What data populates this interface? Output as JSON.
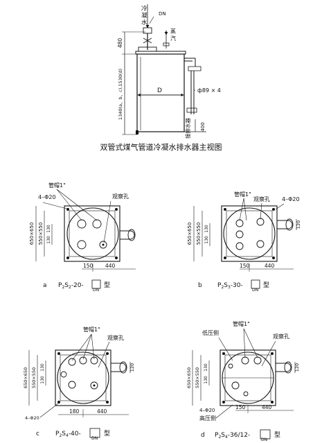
{
  "main_view": {
    "caption": "双管式煤气管道冷凝水排水器主视图",
    "label_coolwater": [
      "冷",
      "凝",
      "水"
    ],
    "label_dn": "DN",
    "label_steam": [
      "蒸",
      "汽"
    ],
    "dim_480": "480",
    "dim_height": "1340(a、b、c),1530(d)",
    "dim_D": "D",
    "dim_pipe": "ф89 × 4",
    "dim_400": "400",
    "label_drain": "接排水器"
  },
  "views": [
    {
      "id": "a",
      "letter": "a",
      "model_prefix": "P",
      "model_sub1": "2",
      "model_mid": "S",
      "model_sub2": "2",
      "model_suffix": "-20-",
      "model_dn": "DN",
      "model_type": "型",
      "label_cap": "管帽1\"",
      "label_hole": "观察孔",
      "label_bolts": "4–Φ20",
      "dim_outer": "650×650",
      "dim_inner": "550×550",
      "dim_130": "130",
      "dim_130b": "130",
      "dim_150": "150",
      "dim_440": "440"
    },
    {
      "id": "b",
      "letter": "b",
      "model_prefix": "P",
      "model_sub1": "2",
      "model_mid": "S",
      "model_sub2": "3",
      "model_suffix": "-30-",
      "model_dn": "DN",
      "model_type": "型",
      "label_cap": "管帽1\"",
      "label_hole": "观察孔",
      "label_bolts": "4–Φ20",
      "dim_outer": "650×650",
      "dim_inner": "550×550",
      "dim_130": "130",
      "dim_130b": "130",
      "dim_150": "150",
      "dim_440": "440",
      "dim_120": "120"
    },
    {
      "id": "c",
      "letter": "c",
      "model_prefix": "P",
      "model_sub1": "2",
      "model_mid": "S",
      "model_sub2": "4",
      "model_suffix": "-40-",
      "model_dn": "DN",
      "model_type": "型",
      "label_cap": "管帽1\"",
      "label_hole": "观察孔",
      "label_bolts": "4–Φ20",
      "dim_outer": "650×650",
      "dim_inner": "550×550",
      "dim_130": "130",
      "dim_130b": "130",
      "dim_180": "180",
      "dim_440": "440",
      "dim_120": "120"
    },
    {
      "id": "d",
      "letter": "d",
      "model_prefix": "P",
      "model_sub1": "2",
      "model_mid": "S",
      "model_sub2": "4",
      "model_suffix": "-36/12-",
      "model_dn": "DN",
      "model_type": "型",
      "label_cap": "管帽1\"",
      "label_hole": "观察孔",
      "label_low": "低压侧",
      "label_high": "高压侧",
      "label_bolts": "4–Φ20",
      "dim_outer": "650×650",
      "dim_inner": "550×550",
      "dim_130": "130",
      "dim_130b": "130",
      "dim_150": "150",
      "dim_440": "440",
      "dim_120": "120"
    }
  ]
}
